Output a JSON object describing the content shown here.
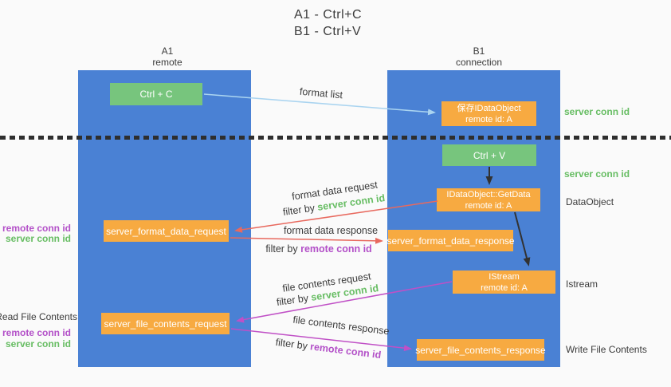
{
  "title": {
    "line1": "A1 - Ctrl+C",
    "line2": "B1 - Ctrl+V"
  },
  "columns": {
    "a1": {
      "title": "A1",
      "subtitle": "remote"
    },
    "b1": {
      "title": "B1",
      "subtitle": "connection"
    }
  },
  "boxes": {
    "ctrl_c": "Ctrl + C",
    "ctrl_v": "Ctrl + V",
    "save_dataobject": {
      "line1": "保存IDataObject",
      "line2": "remote id: A"
    },
    "getdata": {
      "line1": "IDataObject::GetData",
      "line2": "remote id: A"
    },
    "istream": {
      "line1": "IStream",
      "line2": "remote id: A"
    },
    "format_request": "server_format_data_request",
    "format_response": "server_format_data_response",
    "file_request": "server_file_contents_request",
    "file_response": "server_file_contents_response"
  },
  "arrows": {
    "format_list": {
      "label": "format list"
    },
    "format_data_request": {
      "label": "format data request",
      "filter_prefix": "filter by",
      "filter_key": "server conn id"
    },
    "format_data_response": {
      "label": "format data response",
      "filter_prefix": "filter by",
      "filter_key": "remote conn id"
    },
    "file_contents_request": {
      "label": "file contents request",
      "filter_prefix": "filter by",
      "filter_key": "server conn id"
    },
    "file_contents_response": {
      "label": "file contents response",
      "filter_prefix": "filter by",
      "filter_key": "remote conn id"
    }
  },
  "side_labels": {
    "right_server_conn_top": "server conn id",
    "right_server_conn_mid": "server conn id",
    "right_dataobject": "DataObject",
    "right_istream": "Istream",
    "right_write_file_contents": "Write File Contents",
    "left_remote_conn_top": "remote conn id",
    "left_server_conn_top": "server conn id",
    "left_read_file_contents": "Read File Contents",
    "left_remote_conn_bottom": "remote conn id",
    "left_server_conn_bottom": "server conn id"
  },
  "colors": {
    "pillar_blue": "#4a81d4",
    "box_green": "#77c57d",
    "box_orange": "#f7aa41",
    "arrow_salmon": "#e8695e",
    "arrow_magenta": "#c050c6",
    "arrow_lightblue": "#aad4f0",
    "arrow_black": "#323232",
    "text_green": "#67bd63",
    "text_purple": "#b350c8",
    "background": "#fafafa"
  }
}
